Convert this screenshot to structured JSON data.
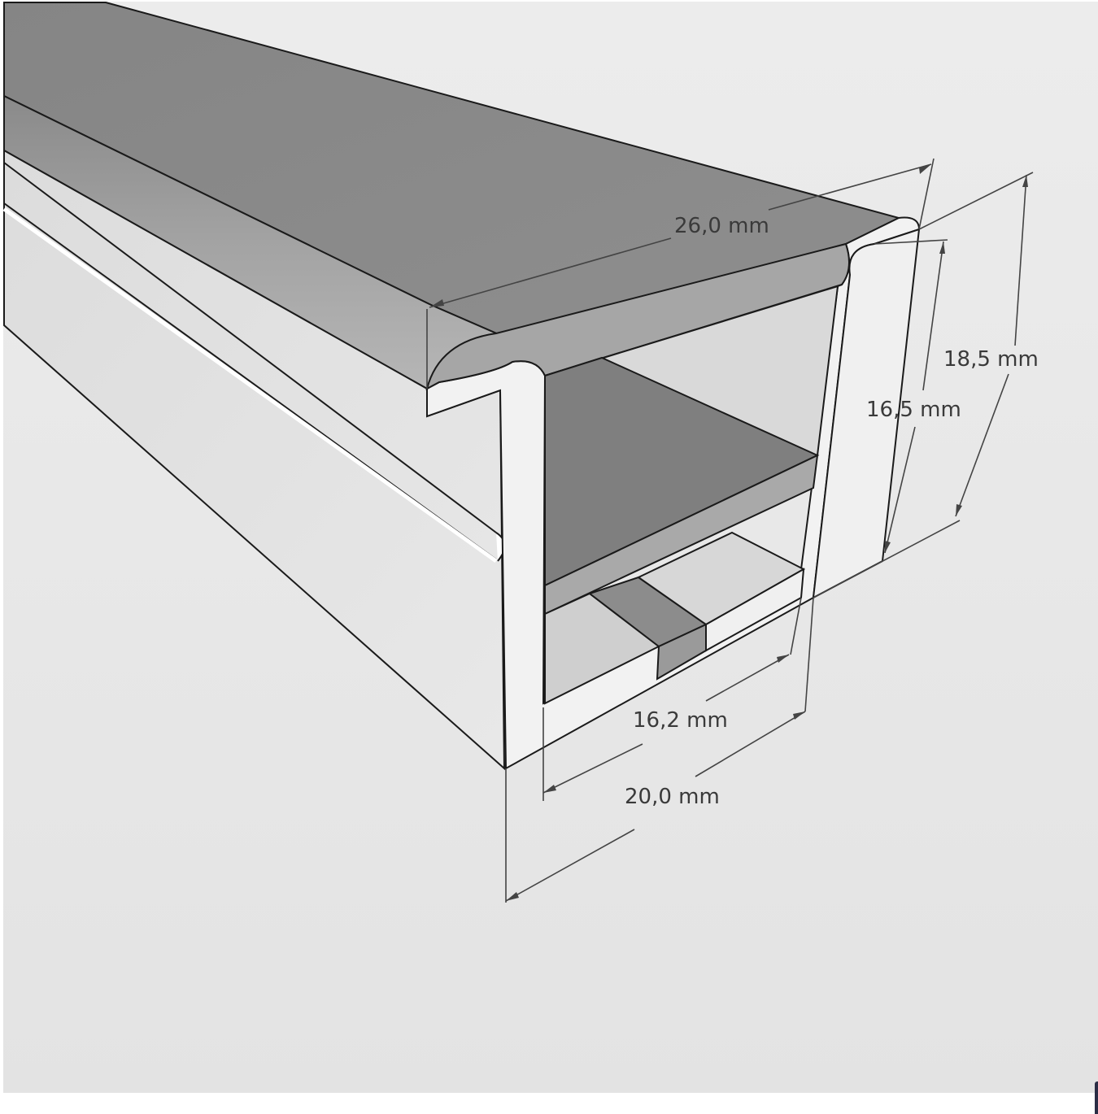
{
  "diagram": {
    "subject": "LED aluminum profile cross-section with dimensions",
    "colors": {
      "background": "#e8e8e8",
      "top_face": "#8a8a8a",
      "side_face_light": "#e2e2e2",
      "section_face": "#f2f2f2",
      "inner_dark": "#7e7e7e",
      "inner_mid": "#a9a9a9",
      "inner_light": "#d4d4d4",
      "outline": "#1a1a1a",
      "dimension_line": "#444444"
    },
    "dimensions": {
      "top_width": "26,0 mm",
      "outer_height": "18,5 mm",
      "inner_height": "16,5 mm",
      "inner_width": "16,2 mm",
      "outer_width": "20,0 mm"
    }
  }
}
